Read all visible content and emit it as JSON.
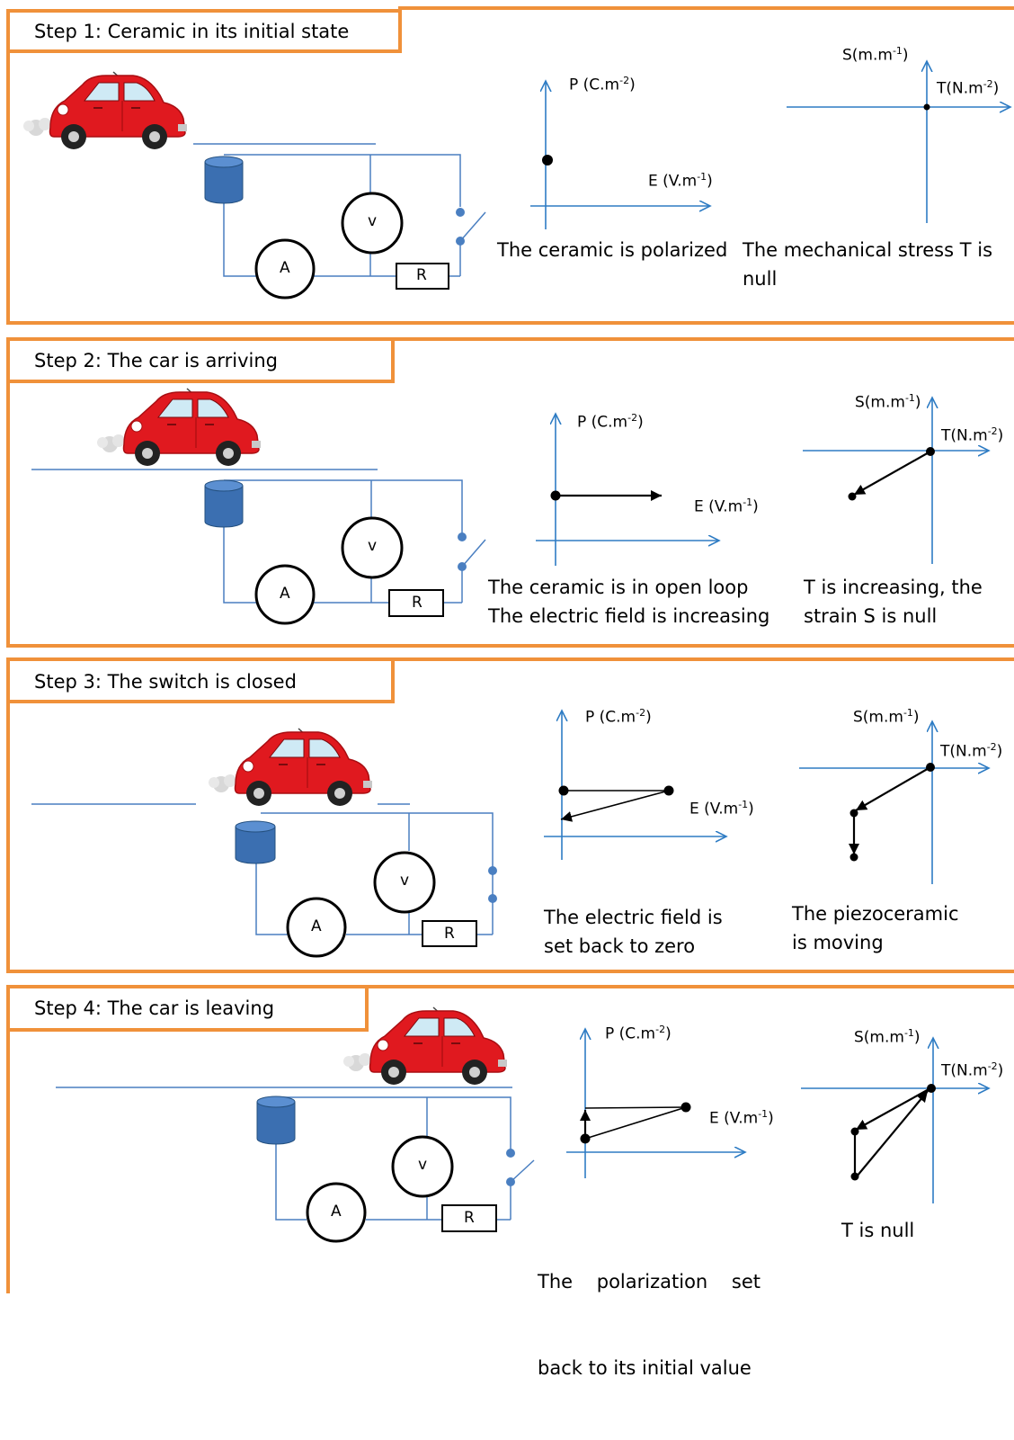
{
  "steps": [
    {
      "title": "Step 1: Ceramic in its initial state",
      "circuit": {
        "voltmeter": "v",
        "ammeter": "A",
        "resistor": "R"
      },
      "p_graph": {
        "ylabel": "P (C.m",
        "ysup": "-2",
        "ylabel_end": ")",
        "xlabel": "E (V.m",
        "xsup": "-1",
        "xlabel_end": ")"
      },
      "s_graph": {
        "ylabel": "S(m.m",
        "ysup": "-1",
        "ylabel_end": ")",
        "xlabel": "T(N.m",
        "xsup": "-2",
        "xlabel_end": ")"
      },
      "caption_middle": [
        "The ceramic is polarized"
      ],
      "caption_right": [
        "The mechanical stress T is",
        "null"
      ]
    },
    {
      "title": "Step 2: The car is arriving",
      "circuit": {
        "voltmeter": "v",
        "ammeter": "A",
        "resistor": "R"
      },
      "p_graph": {
        "ylabel": "P (C.m",
        "ysup": "-2",
        "ylabel_end": ")",
        "xlabel": "E (V.m",
        "xsup": "-1",
        "xlabel_end": ")"
      },
      "s_graph": {
        "ylabel": "S(m.m",
        "ysup": "-1",
        "ylabel_end": ")",
        "xlabel": "T(N.m",
        "xsup": "-2",
        "xlabel_end": ")"
      },
      "caption_middle": [
        "The ceramic is in open loop",
        "The electric field is increasing"
      ],
      "caption_right": [
        "T is increasing, the",
        "strain S is null"
      ]
    },
    {
      "title": "Step 3: The switch is closed",
      "circuit": {
        "voltmeter": "v",
        "ammeter": "A",
        "resistor": "R"
      },
      "p_graph": {
        "ylabel": "P (C.m",
        "ysup": "-2",
        "ylabel_end": ")",
        "xlabel": "E (V.m",
        "xsup": "-1",
        "xlabel_end": ")"
      },
      "s_graph": {
        "ylabel": "S(m.m",
        "ysup": "-1",
        "ylabel_end": ")",
        "xlabel": "T(N.m",
        "xsup": "-2",
        "xlabel_end": ")"
      },
      "caption_middle": [
        "The electric field is",
        "set back to zero"
      ],
      "caption_right": [
        "The piezoceramic",
        "is moving"
      ]
    },
    {
      "title": "Step 4: The car is leaving",
      "circuit": {
        "voltmeter": "v",
        "ammeter": "A",
        "resistor": "R"
      },
      "p_graph": {
        "ylabel": "P (C.m",
        "ysup": "-2",
        "ylabel_end": ")",
        "xlabel": "E (V.m",
        "xsup": "-1",
        "xlabel_end": ")"
      },
      "s_graph": {
        "ylabel": "S(m.m",
        "ysup": "-1",
        "ylabel_end": ")",
        "xlabel": "T(N.m",
        "xsup": "-2",
        "xlabel_end": ")"
      },
      "caption_middle": [
        "The    polarization    set",
        "back to its initial value"
      ],
      "caption_right": [
        "T is null"
      ]
    }
  ],
  "colors": {
    "frame": "#f0913a",
    "wire": "#4a7fc1",
    "axis": "#2e7cc4",
    "car": "#e0191f",
    "capacitor": "#3b6fb1"
  }
}
